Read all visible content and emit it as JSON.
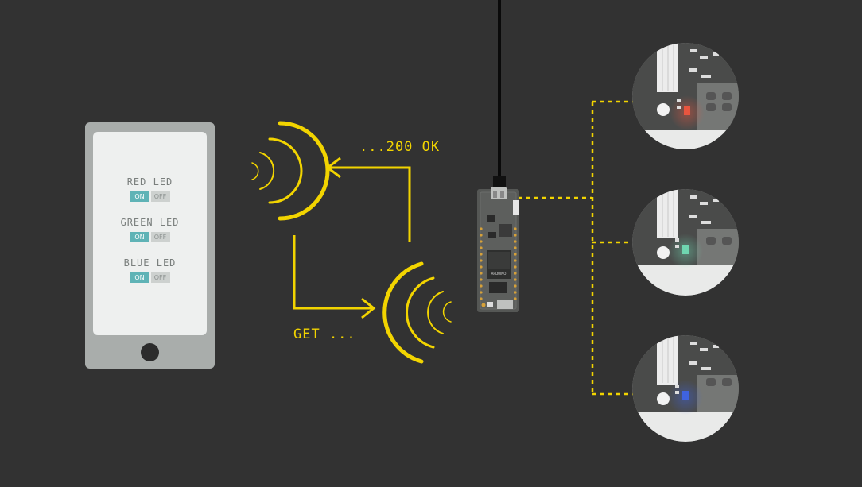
{
  "phone": {
    "leds": [
      {
        "label": "RED LED",
        "on": "ON",
        "off": "OFF"
      },
      {
        "label": "GREEN LED",
        "on": "ON",
        "off": "OFF"
      },
      {
        "label": "BLUE LED",
        "on": "ON",
        "off": "OFF"
      }
    ]
  },
  "arrows": {
    "response_label": "...200 OK",
    "request_label": "GET ..."
  },
  "board": {
    "brand": "ARDUINO"
  },
  "leds_closeup": {
    "colors": [
      "#e8553f",
      "#6fd6b0",
      "#3f63e0"
    ]
  },
  "colors": {
    "background": "#323232",
    "accent": "#f2d400",
    "phone_body": "#a9adab",
    "toggle_on": "#5fb3b6"
  }
}
